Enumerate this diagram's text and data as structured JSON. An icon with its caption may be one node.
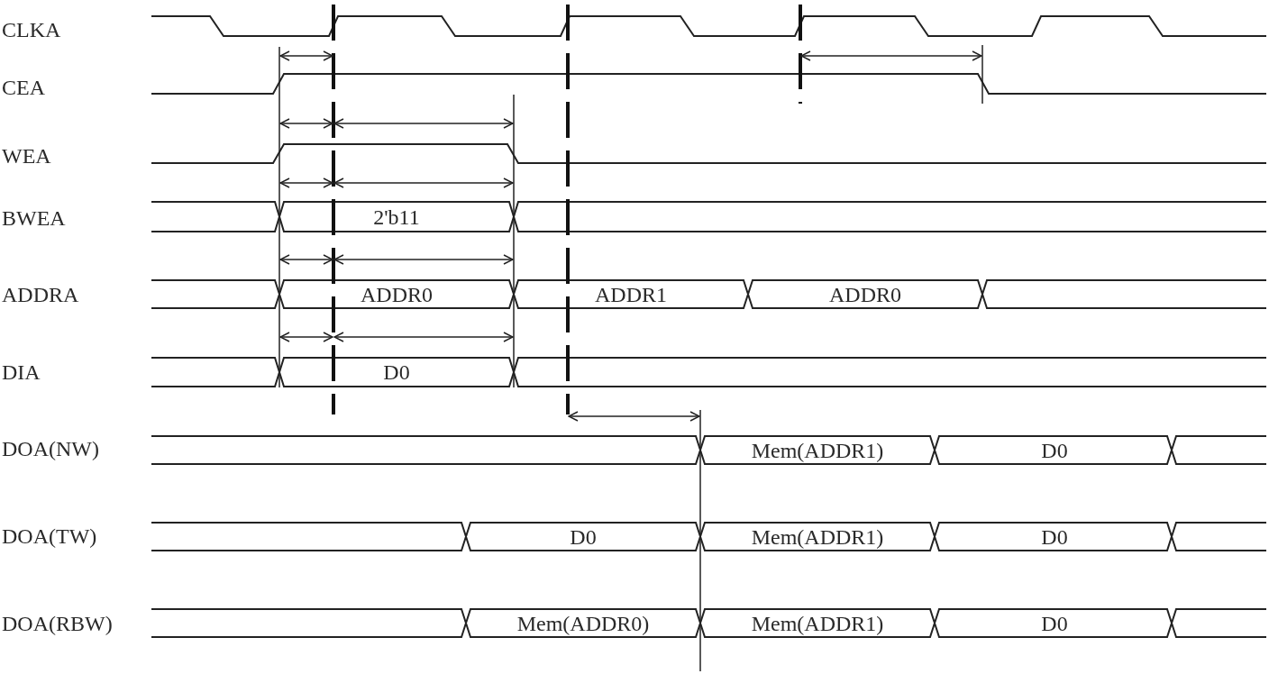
{
  "diagram": {
    "labels": [
      "CLKA",
      "CEA",
      "WEA",
      "BWEA",
      "2'b11",
      "ADDRA",
      "ADDR0",
      "ADDR1",
      "ADDR0",
      "DIA",
      "D0",
      "DOA(NW)",
      "Mem(ADDR1)",
      "D0",
      "DOA(TW)",
      "D0",
      "Mem(ADDR1)",
      "D0",
      "DOA(RBW)",
      "Mem(ADDR0)",
      "Mem(ADDR1)",
      "D0"
    ]
  }
}
